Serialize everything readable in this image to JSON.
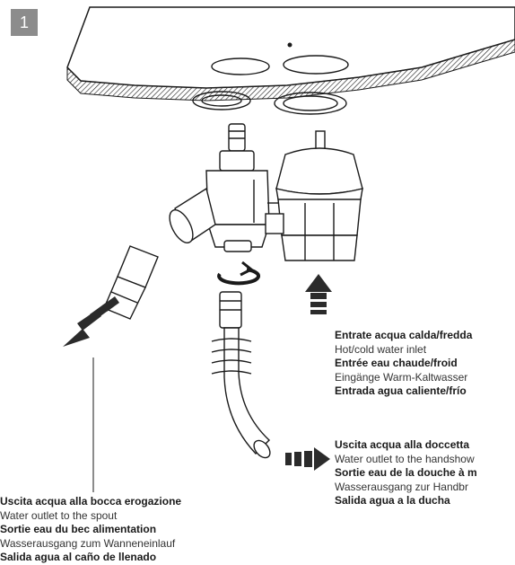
{
  "step": {
    "number": "1"
  },
  "captions": {
    "inlet": [
      {
        "text": "Entrate acqua calda/fredda",
        "bold": true
      },
      {
        "text": "Hot/cold water inlet",
        "bold": false
      },
      {
        "text": "Entrée eau chaude/froid",
        "bold": true
      },
      {
        "text": "Eingänge Warm-Kaltwasser",
        "bold": false
      },
      {
        "text": "Entrada agua caliente/frío",
        "bold": true
      }
    ],
    "shower": [
      {
        "text": "Uscita acqua alla doccetta",
        "bold": true
      },
      {
        "text": "Water outlet to the handshow",
        "bold": false
      },
      {
        "text": "Sortie eau de la douche à m",
        "bold": true
      },
      {
        "text": "Wasserausgang zur Handbr",
        "bold": false
      },
      {
        "text": "Salida agua a la ducha",
        "bold": true
      }
    ],
    "spout": [
      {
        "text": "Uscita acqua alla bocca erogazione",
        "bold": true
      },
      {
        "text": "Water outlet to the spout",
        "bold": false
      },
      {
        "text": "Sortie eau du bec alimentation",
        "bold": true
      },
      {
        "text": "Wasserausgang zum Wanneneinlauf",
        "bold": false
      },
      {
        "text": "Salida agua al caño de llenado",
        "bold": true
      }
    ]
  },
  "colors": {
    "badge": "#8c8c8c",
    "line": "#1a1a1a",
    "arrow": "#2b2b2b",
    "fill": "#ffffff"
  }
}
